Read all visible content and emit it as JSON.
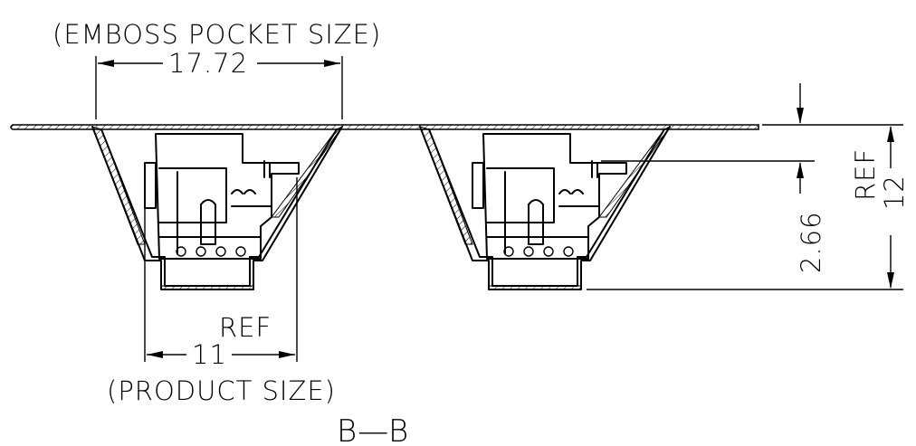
{
  "section_label": "B—B",
  "dimensions": {
    "emboss_caption": "(EMBOSS POCKET SIZE)",
    "emboss_value": "17.72",
    "product_ref": "REF",
    "product_value": "11",
    "product_caption": "(PRODUCT SIZE)",
    "depth_value": "2.66",
    "total_ref": "REF",
    "total_value": "12"
  }
}
